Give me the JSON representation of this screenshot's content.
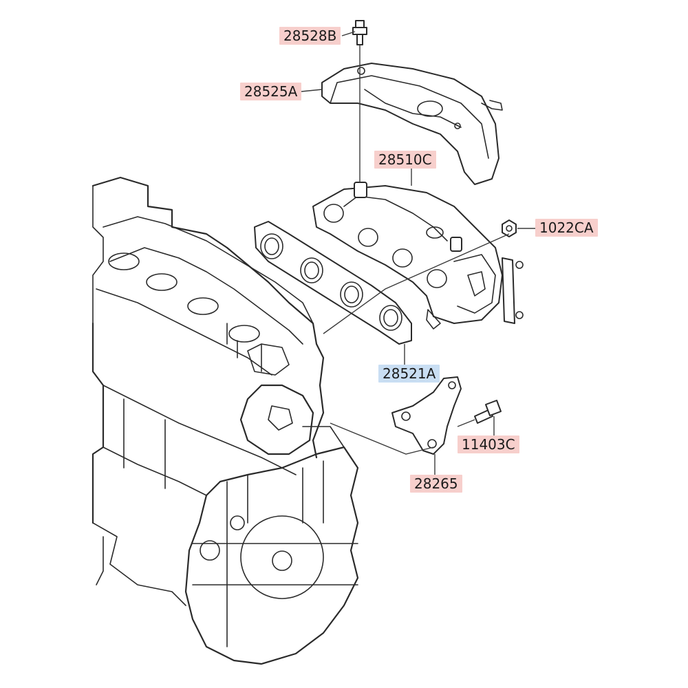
{
  "callouts": {
    "c28528B": {
      "text": "28528B",
      "color": "#f7cfcc"
    },
    "c28525A": {
      "text": "28525A",
      "color": "#f7cfcc"
    },
    "c28510C": {
      "text": "28510C",
      "color": "#f7cfcc"
    },
    "c1022CA": {
      "text": "1022CA",
      "color": "#f7cfcc"
    },
    "c28521A": {
      "text": "28521A",
      "color": "#c9def3"
    },
    "c11403C": {
      "text": "11403C",
      "color": "#f7cfcc"
    },
    "c28265": {
      "text": "28265",
      "color": "#f7cfcc"
    }
  }
}
